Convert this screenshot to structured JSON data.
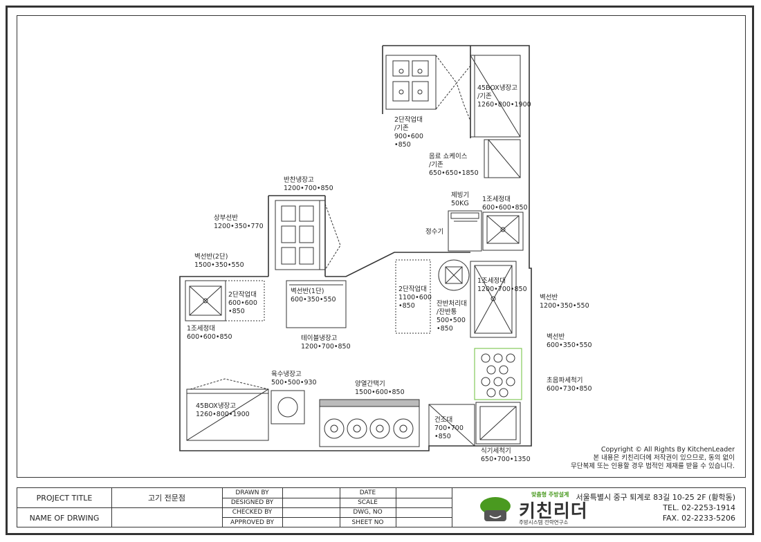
{
  "labels": {
    "box45_top": "45BOX냉장고\n/기존\n1260•800•1900",
    "worktable_top": "2단작업대\n/기존\n900•600\n•850",
    "showcase": "음료 쇼케이스\n/기존\n650•650•1850",
    "ice_maker": "제빙기\n50KG",
    "sink1_right": "1조세정대\n600•600•850",
    "water_purifier": "정수기",
    "banchan_fridge": "반찬냉장고\n1200•700•850",
    "top_shelf": "상부선반\n1200•350•770",
    "wall_shelf_2": "벽선반(2단)\n1500•350•550",
    "worktable_left": "2단작업대\n600•600\n•850",
    "wall_shelf_1": "벽선반(1단)\n600•350•550",
    "sink1_left": "1조세정대\n600•600•850",
    "table_fridge": "테이블냉장고\n1200•700•850",
    "worktable_mid": "2단작업대\n1100•600\n•850",
    "dish_table": "잔반처리대\n/잔반통\n500•500\n•850",
    "sink1_mid": "1조세정대\n1200•700•850",
    "wall_shelf_r": "벽선반\n1200•350•550",
    "wall_shelf_r2": "벽선반\n600•350•550",
    "ultrasonic": "초음파세척기\n600•730•850",
    "meat_fridge": "육수냉장고\n500•500•930",
    "range": "양열간택기\n1500•600•850",
    "box45_bottom": "45BOX냉장고\n1260•800•1900",
    "dry_table": "건조대\n700•700\n•850",
    "dishwasher": "식기세척기\n650•700•1350"
  },
  "copyright": {
    "line1": "Copyright © All Rights By KitchenLeader",
    "line2": "본 내용은 키친리더에 저작권이 있으므로, 동의 없이",
    "line3": "무단복제 또는 인용할 경우 법적인 제재를 받을 수 있습니다."
  },
  "title_block": {
    "project_title_label": "PROJECT TITLE",
    "project_title_value": "고기 전문점",
    "name_of_drawing_label": "NAME OF DRWING",
    "drawn_by": "DRAWN BY",
    "designed_by": "DESIGNED BY",
    "checked_by": "CHECKED BY",
    "approved_by": "APPROVED BY",
    "date": "DATE",
    "scale": "SCALE",
    "dwg_no": "DWG, NO",
    "sheet_no": "SHEET NO"
  },
  "company": {
    "tagline": "맞춤형 주방설계",
    "name": "키친리더",
    "subtitle": "주방시스템 전략연구소",
    "address": "서울특별시 중구 퇴계로 83길 10-25 2F (황학동)",
    "tel": "TEL. 02-2253-1914",
    "fax": "FAX. 02-2233-5206",
    "accent_color": "#4a9a20"
  }
}
